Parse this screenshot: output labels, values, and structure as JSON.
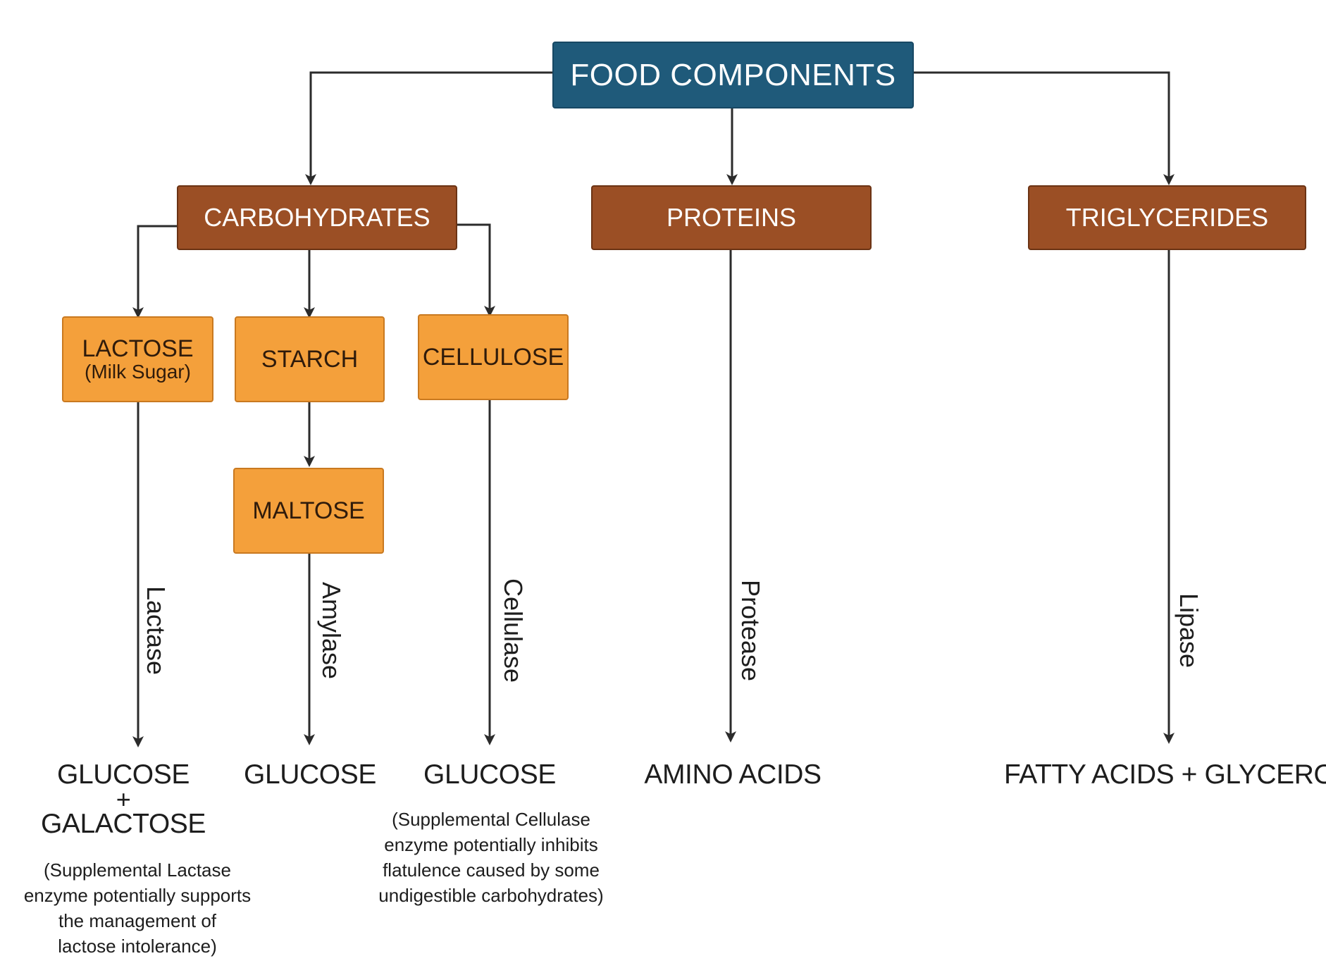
{
  "root": {
    "label": "FOOD COMPONENTS"
  },
  "categories": {
    "carbohydrates": "CARBOHYDRATES",
    "proteins": "PROTEINS",
    "triglycerides": "TRIGLYCERIDES"
  },
  "carbohydrate_types": {
    "lactose": "LACTOSE",
    "lactose_sub": "(Milk Sugar)",
    "starch": "STARCH",
    "cellulose": "CELLULOSE",
    "maltose": "MALTOSE"
  },
  "enzymes": {
    "lactase": "Lactase",
    "amylase": "Amylase",
    "cellulase": "Cellulase",
    "protease": "Protease",
    "lipase": "Lipase"
  },
  "results": {
    "lactose_top": "GLUCOSE",
    "lactose_plus": "+",
    "lactose_bottom": "GALACTOSE",
    "maltose": "GLUCOSE",
    "cellulose": "GLUCOSE",
    "proteins": "AMINO ACIDS",
    "triglycerides": "FATTY ACIDS + GLYCEROL"
  },
  "notes": {
    "lactase": [
      "(Supplemental Lactase",
      "enzyme potentially supports",
      "the management of",
      "lactose intolerance)"
    ],
    "cellulase": [
      "(Supplemental Cellulase",
      "enzyme potentially inhibits",
      "flatulence caused by some",
      "undigestible carbohydrates)"
    ]
  },
  "colors": {
    "root": "#1f5a7a",
    "category": "#9b4f25",
    "subtype": "#f4a03b",
    "connector": "#2b2b2b"
  }
}
